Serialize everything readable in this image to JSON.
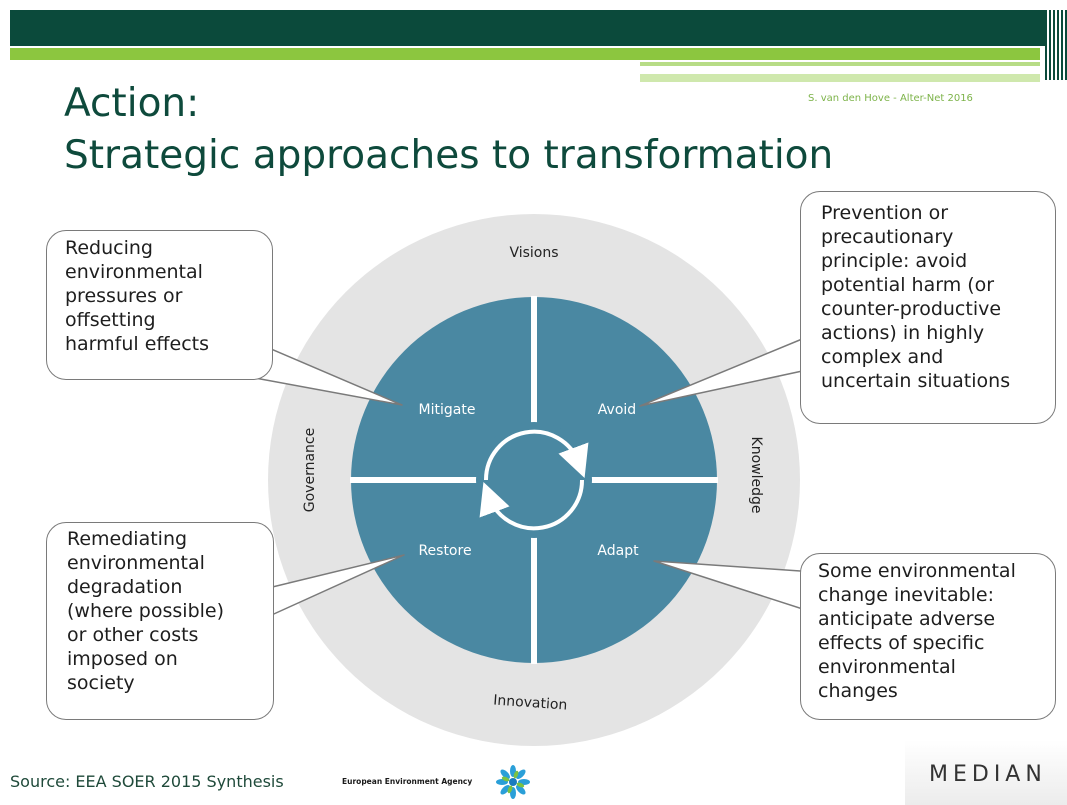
{
  "header": {
    "title_line1": "Action:",
    "title_line2": "Strategic approaches to transformation",
    "credit": "S. van den Hove - Alter-Net 2016"
  },
  "diagram": {
    "outer_labels": {
      "top": "Visions",
      "left": "Governance",
      "right": "Knowledge",
      "bottom": "Innovation"
    },
    "quadrants": {
      "top_left": "Mitigate",
      "top_right": "Avoid",
      "bottom_left": "Restore",
      "bottom_right": "Adapt"
    },
    "colors": {
      "inner": "#4a88a2",
      "outer_ring": "#e4e4e4",
      "divider": "#ffffff"
    }
  },
  "callouts": {
    "mitigate": [
      "Reducing",
      "environmental",
      "pressures or",
      "offsetting",
      "harmful effects"
    ],
    "avoid": [
      "Prevention or",
      "precautionary",
      "principle: avoid",
      "potential harm (or",
      "counter-productive",
      "actions) in highly",
      "complex and",
      "uncertain situations"
    ],
    "restore": [
      "Remediating",
      "environmental",
      "degradation",
      "(where possible)",
      "or other costs",
      "imposed on",
      "society"
    ],
    "adapt": [
      "Some environmental",
      "change inevitable:",
      "anticipate adverse",
      "effects of specific",
      "environmental",
      "changes"
    ]
  },
  "footer": {
    "source": "Source: EEA SOER 2015 Synthesis",
    "agency": "European Environment Agency",
    "brand": "MEDIAN"
  }
}
